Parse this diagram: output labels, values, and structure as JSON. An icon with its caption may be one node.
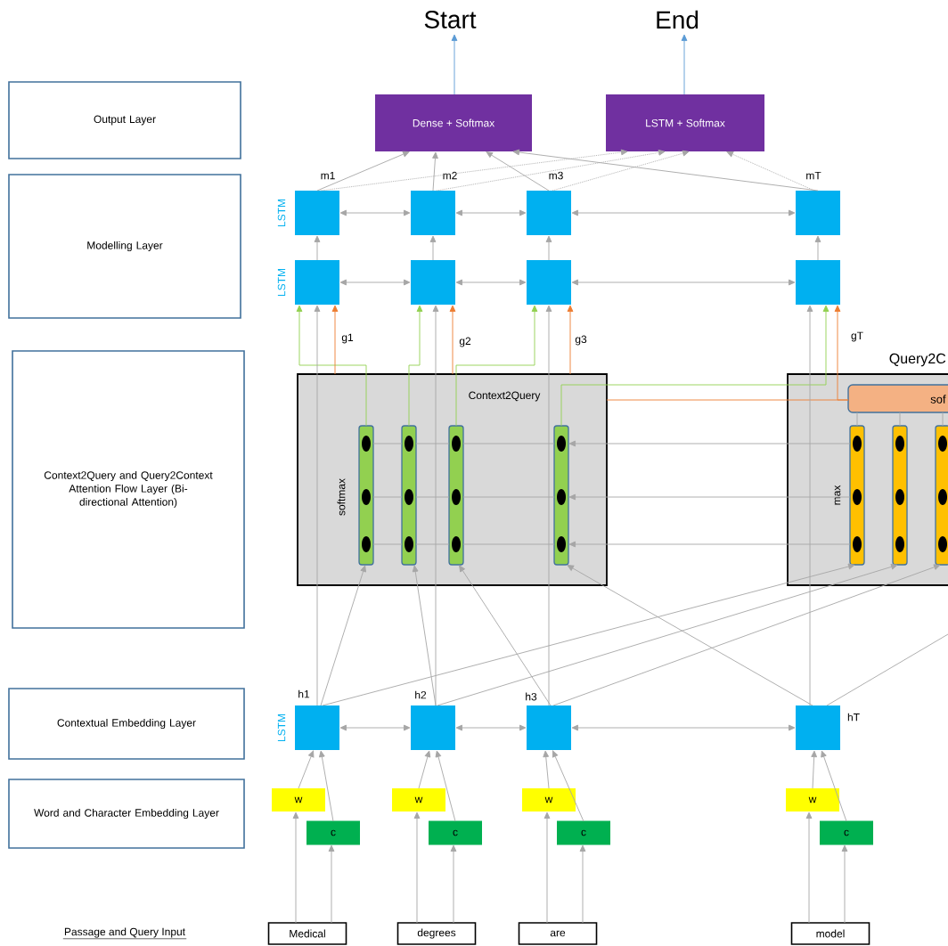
{
  "diagram": {
    "nodes": [
      {
        "text": [
          "Output Layer"
        ]
      },
      {
        "text": [
          "Modelling Layer"
        ]
      },
      {
        "text": [
          "Context2Query and Query2Context Attention Flow Layer (Bi-directional Attention)"
        ]
      },
      {
        "text": [
          "Contextual Embedding Layer"
        ]
      },
      {
        "text": [
          "Word and Character Embedding Layer"
        ]
      },
      {
        "text": [
          "Start"
        ]
      },
      {
        "text": [
          "End"
        ]
      },
      {
        "text": [
          "Dense + Softmax"
        ]
      },
      {
        "text": [
          "LSTM + Softmax"
        ]
      },
      {
        "text": [],
        "shape": "box",
        "beside": [
          "m1"
        ]
      },
      {
        "text": [],
        "shape": "box",
        "beside": [
          "m2"
        ]
      },
      {
        "text": [],
        "shape": "box",
        "beside": [
          "m3"
        ]
      },
      {
        "text": [],
        "shape": "box",
        "beside": [
          "mT"
        ]
      },
      {
        "text": [],
        "shape": "box"
      },
      {
        "text": [],
        "shape": "box"
      },
      {
        "text": [],
        "shape": "box"
      },
      {
        "text": [],
        "shape": "box"
      },
      {
        "text": [
          "Context2Query",
          "softmax"
        ]
      },
      {
        "text": [],
        "shape": "bar",
        "in": 17
      },
      {
        "text": [],
        "shape": "bar",
        "in": 17
      },
      {
        "text": [],
        "shape": "bar",
        "in": 17
      },
      {
        "text": [],
        "shape": "bar",
        "in": 17
      },
      {
        "text": [
          "Query2C",
          "max"
        ]
      },
      {
        "text": [
          "sof"
        ],
        "in": 22
      },
      {
        "text": [],
        "shape": "bar",
        "in": 22
      },
      {
        "text": [],
        "shape": "bar",
        "in": 22
      },
      {
        "text": [],
        "shape": "bar",
        "in": 22
      },
      {
        "text": [],
        "shape": "box",
        "beside": [
          "h1"
        ]
      },
      {
        "text": [],
        "shape": "box",
        "beside": [
          "h2"
        ]
      },
      {
        "text": [],
        "shape": "box",
        "beside": [
          "h3"
        ]
      },
      {
        "text": [],
        "shape": "box",
        "beside": [
          "hT"
        ]
      },
      {
        "text": [
          "w"
        ]
      },
      {
        "text": [
          "w"
        ]
      },
      {
        "text": [
          "w"
        ]
      },
      {
        "text": [
          "w"
        ]
      },
      {
        "text": [
          "c"
        ]
      },
      {
        "text": [
          "c"
        ]
      },
      {
        "text": [
          "c"
        ]
      },
      {
        "text": [
          "c"
        ]
      },
      {
        "text": [
          "Medical"
        ]
      },
      {
        "text": [
          "degrees"
        ]
      },
      {
        "text": [
          "are"
        ]
      },
      {
        "text": [
          "model"
        ]
      }
    ],
    "edges": [
      {
        "from": 7,
        "to": 5,
        "arrow": "to",
        "color": "#5b9bd5"
      },
      {
        "from": 8,
        "to": 6,
        "arrow": "to",
        "color": "#5b9bd5"
      },
      {
        "from": 9,
        "to": 7,
        "arrow": "to"
      },
      {
        "from": 10,
        "to": 7,
        "arrow": "to"
      },
      {
        "from": 11,
        "to": 7,
        "arrow": "to"
      },
      {
        "from": 12,
        "to": 7,
        "arrow": "to"
      },
      {
        "from": 9,
        "to": 8,
        "arrow": "to",
        "style": "dashed"
      },
      {
        "from": 10,
        "to": 8,
        "arrow": "to",
        "style": "dashed"
      },
      {
        "from": 11,
        "to": 8,
        "arrow": "to",
        "style": "dashed"
      },
      {
        "from": 12,
        "to": 8,
        "arrow": "to",
        "style": "dashed"
      },
      {
        "from": 9,
        "to": 10,
        "arrow": "both"
      },
      {
        "from": 10,
        "to": 11,
        "arrow": "both"
      },
      {
        "from": 11,
        "to": 12,
        "arrow": "both"
      },
      {
        "from": 13,
        "to": 14,
        "arrow": "both"
      },
      {
        "from": 14,
        "to": 15,
        "arrow": "both"
      },
      {
        "from": 15,
        "to": 16,
        "arrow": "both"
      },
      {
        "from": 13,
        "to": 9,
        "arrow": "to"
      },
      {
        "from": 14,
        "to": 10,
        "arrow": "to"
      },
      {
        "from": 15,
        "to": 11,
        "arrow": "to"
      },
      {
        "from": 16,
        "to": 12,
        "arrow": "to"
      },
      {
        "from": 18,
        "to": 13,
        "arrow": "to",
        "color": "#92d050"
      },
      {
        "from": 19,
        "to": 14,
        "arrow": "to",
        "color": "#92d050"
      },
      {
        "from": 20,
        "to": 15,
        "arrow": "to",
        "color": "#92d050"
      },
      {
        "from": 21,
        "to": 16,
        "arrow": "to",
        "color": "#92d050"
      },
      {
        "from": 17,
        "to": 13,
        "arrow": "to",
        "color": "#ed7d31"
      },
      {
        "from": 17,
        "to": 14,
        "arrow": "to",
        "color": "#ed7d31"
      },
      {
        "from": 17,
        "to": 15,
        "arrow": "to",
        "color": "#ed7d31"
      },
      {
        "from": 23,
        "to": 16,
        "arrow": "to",
        "color": "#ed7d31"
      },
      {
        "from": 23,
        "to": 17,
        "arrow": "none",
        "color": "#ed7d31"
      },
      {
        "from": 27,
        "to": 13,
        "arrow": "to"
      },
      {
        "from": 28,
        "to": 14,
        "arrow": "to"
      },
      {
        "from": 29,
        "to": 15,
        "arrow": "to"
      },
      {
        "from": 30,
        "to": 16,
        "arrow": "to"
      },
      {
        "from": 23,
        "to": 24,
        "arrow": "none"
      },
      {
        "from": 23,
        "to": 25,
        "arrow": "none"
      },
      {
        "from": 23,
        "to": 26,
        "arrow": "none"
      },
      {
        "from": 24,
        "to": 21,
        "arrow": "to"
      },
      {
        "from": 24,
        "to": 21,
        "arrow": "to"
      },
      {
        "from": 24,
        "to": 21,
        "arrow": "to"
      },
      {
        "from": 27,
        "to": 18,
        "arrow": "to"
      },
      {
        "from": 28,
        "to": 19,
        "arrow": "to"
      },
      {
        "from": 29,
        "to": 20,
        "arrow": "to"
      },
      {
        "from": 30,
        "to": 21,
        "arrow": "to"
      },
      {
        "from": 27,
        "to": 24,
        "arrow": "to"
      },
      {
        "from": 28,
        "to": 25,
        "arrow": "to"
      },
      {
        "from": 29,
        "to": 26,
        "arrow": "to"
      },
      {
        "from": 30,
        "to": null,
        "arrow": "none"
      },
      {
        "from": 27,
        "to": 28,
        "arrow": "both"
      },
      {
        "from": 28,
        "to": 29,
        "arrow": "both"
      },
      {
        "from": 29,
        "to": 30,
        "arrow": "both"
      },
      {
        "from": 31,
        "to": 27,
        "arrow": "to"
      },
      {
        "from": 32,
        "to": 28,
        "arrow": "to"
      },
      {
        "from": 33,
        "to": 29,
        "arrow": "to"
      },
      {
        "from": 34,
        "to": 30,
        "arrow": "to"
      },
      {
        "from": 35,
        "to": 27,
        "arrow": "to"
      },
      {
        "from": 36,
        "to": 28,
        "arrow": "to"
      },
      {
        "from": 37,
        "to": 29,
        "arrow": "to"
      },
      {
        "from": 38,
        "to": 30,
        "arrow": "to"
      },
      {
        "from": 39,
        "to": 31,
        "arrow": "to"
      },
      {
        "from": 40,
        "to": 32,
        "arrow": "to"
      },
      {
        "from": 41,
        "to": 33,
        "arrow": "to"
      },
      {
        "from": 42,
        "to": 34,
        "arrow": "to"
      },
      {
        "from": 39,
        "to": 35,
        "arrow": "to"
      },
      {
        "from": 40,
        "to": 36,
        "arrow": "to"
      },
      {
        "from": 41,
        "to": 37,
        "arrow": "to"
      },
      {
        "from": 42,
        "to": 38,
        "arrow": "to"
      },
      {
        "from": 18,
        "to": 19,
        "arrow": "none"
      },
      {
        "from": 19,
        "to": 20,
        "arrow": "none"
      },
      {
        "from": 20,
        "to": 21,
        "arrow": "none"
      },
      {
        "from": 18,
        "to": 19,
        "arrow": "none"
      },
      {
        "from": 19,
        "to": 20,
        "arrow": "none"
      },
      {
        "from": 20,
        "to": 21,
        "arrow": "none"
      },
      {
        "from": 18,
        "to": 19,
        "arrow": "none"
      },
      {
        "from": 19,
        "to": 20,
        "arrow": "none"
      },
      {
        "from": 20,
        "to": 21,
        "arrow": "none"
      }
    ],
    "labels": [
      "LSTM",
      "LSTM",
      "g1",
      "g2",
      "g3",
      "gT",
      "LSTM",
      "Passage and Query Input"
    ]
  }
}
